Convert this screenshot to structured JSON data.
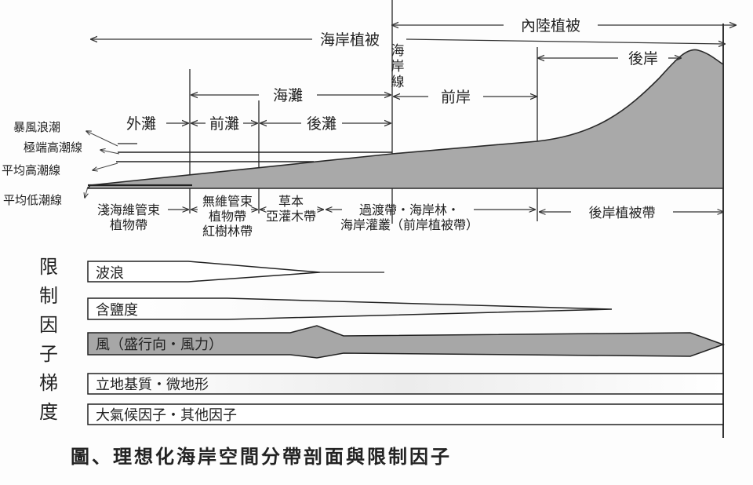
{
  "zones": {
    "coastal_vegetation": "海岸植被",
    "inland_vegetation": "內陸植被",
    "shoreline": [
      "海",
      "岸",
      "線"
    ],
    "beach": "海灘",
    "foreshore_coast": "前岸",
    "backshore_coast": "後岸",
    "outer_beach": "外灘",
    "foreshore": "前灘",
    "backshore": "後灘"
  },
  "tide_levels": [
    "暴風浪潮",
    "極端高潮線",
    "平均高潮線",
    "平均低潮線"
  ],
  "vegetation_bands": [
    [
      "淺海維管束",
      "植物帶"
    ],
    [
      "無維管束",
      "植物帶",
      "紅樹林帶"
    ],
    [
      "草本",
      "亞灌木帶"
    ],
    [
      "過渡帶・海岸林・",
      "海岸灌叢（前岸植被帶）"
    ],
    [
      "後岸植被帶"
    ]
  ],
  "factors_title": [
    "限",
    "制",
    "因",
    "子",
    "梯",
    "度"
  ],
  "factors": [
    "波浪",
    "含鹽度",
    "風（盛行向・風力）",
    "立地基質・微地形",
    "大氣候因子・其他因子"
  ],
  "caption": "圖、理想化海岸空間分帶剖面與限制因子"
}
